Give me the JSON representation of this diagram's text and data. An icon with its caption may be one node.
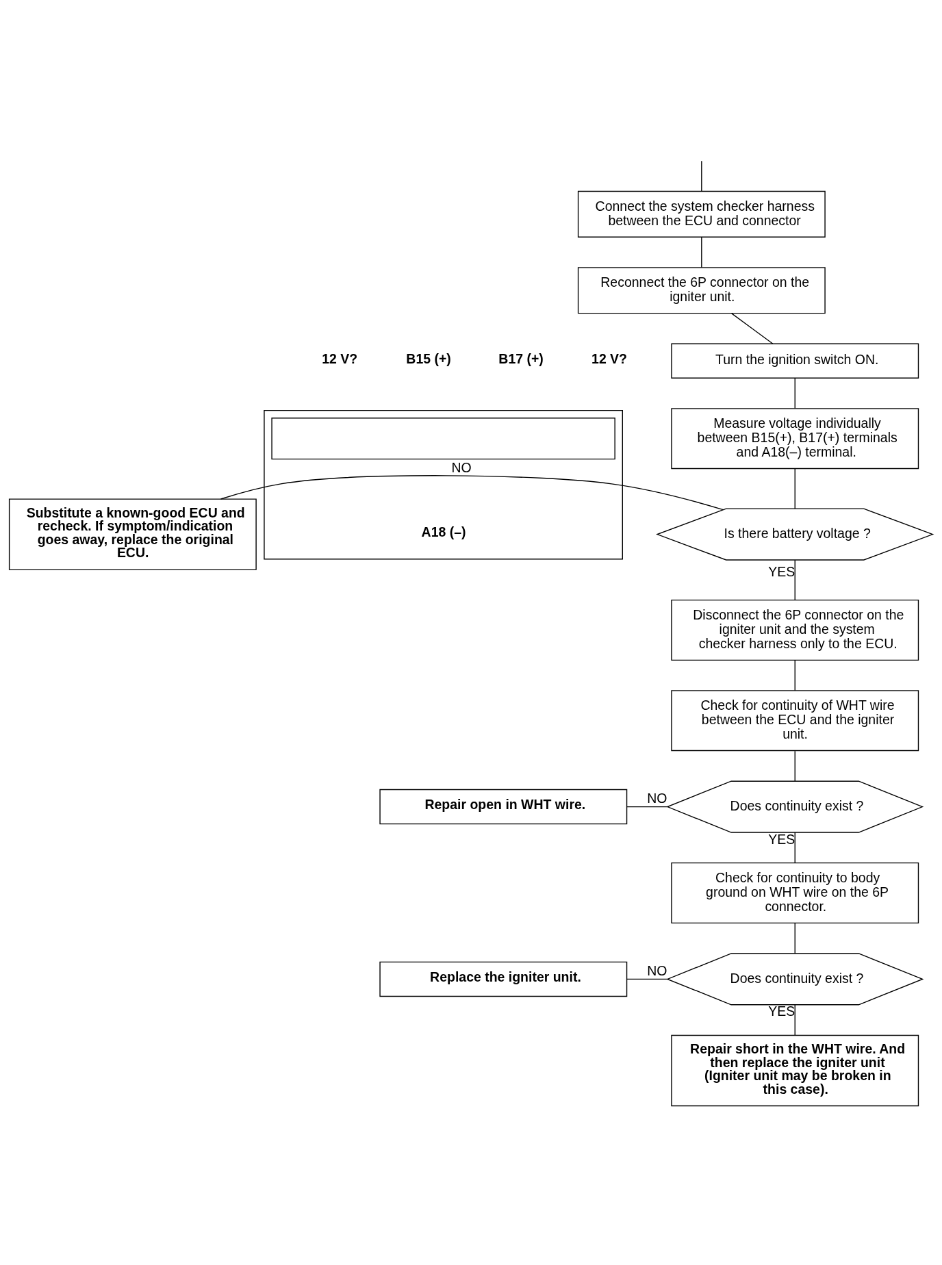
{
  "diagram": {
    "nodes": [
      {
        "text": [
          "Connect the system checker harness between the ECU and connector"
        ]
      },
      {
        "text": [
          "Reconnect the 6P connector on the igniter unit."
        ]
      },
      {
        "text": [
          "Turn the ignition switch ON."
        ]
      },
      {
        "text": [
          "Measure voltage individually between B15(+), B17(+) terminals and A18(–) terminal."
        ]
      },
      {
        "text": [
          "Is there battery voltage ?"
        ]
      },
      {
        "text": [
          "Substitute a known-good ECU and recheck. If symptom/indication goes away, replace the original ECU."
        ]
      },
      {
        "text": [
          "Disconnect the 6P connector on the igniter unit and the system checker harness only to the ECU."
        ]
      },
      {
        "text": [
          "Check for continuity of WHT wire between the ECU and the igniter unit."
        ]
      },
      {
        "text": [
          "Does continuity exist ?"
        ]
      },
      {
        "text": [
          "Repair open in WHT wire."
        ]
      },
      {
        "text": [
          "Check for continuity to body ground on WHT wire on the 6P connector."
        ]
      },
      {
        "text": [
          "Does continuity exist ?"
        ]
      },
      {
        "text": [
          "Replace the igniter unit."
        ]
      },
      {
        "text": [
          "Repair short in the WHT wire. And then replace the igniter unit (Igniter unit may be broken in this case)."
        ]
      },
      {
        "text": [],
        "shape": "box"
      },
      {
        "text": [],
        "shape": "box",
        "in": 14
      }
    ],
    "edges": [
      {
        "from": null,
        "to": 0,
        "arrow": "none"
      },
      {
        "from": 0,
        "to": 1,
        "arrow": "none"
      },
      {
        "from": 1,
        "to": 2,
        "arrow": "none"
      },
      {
        "from": 2,
        "to": 3,
        "arrow": "none"
      },
      {
        "from": 3,
        "to": 4,
        "arrow": "none"
      },
      {
        "from": 4,
        "to": 5,
        "arrow": "none",
        "label": "NO"
      },
      {
        "from": 4,
        "to": 6,
        "arrow": "none",
        "label": "YES"
      },
      {
        "from": 6,
        "to": 7,
        "arrow": "none"
      },
      {
        "from": 7,
        "to": 8,
        "arrow": "none"
      },
      {
        "from": 8,
        "to": 9,
        "arrow": "none",
        "label": "NO"
      },
      {
        "from": 8,
        "to": 10,
        "arrow": "none",
        "label": "YES"
      },
      {
        "from": 10,
        "to": 11,
        "arrow": "none"
      },
      {
        "from": 11,
        "to": 12,
        "arrow": "none",
        "label": "NO"
      },
      {
        "from": 11,
        "to": 13,
        "arrow": "none",
        "label": "YES"
      }
    ],
    "labels": [
      "12 V?",
      "12 V?",
      "B15 (+)",
      "B17 (+)",
      "A18 (–)"
    ]
  }
}
